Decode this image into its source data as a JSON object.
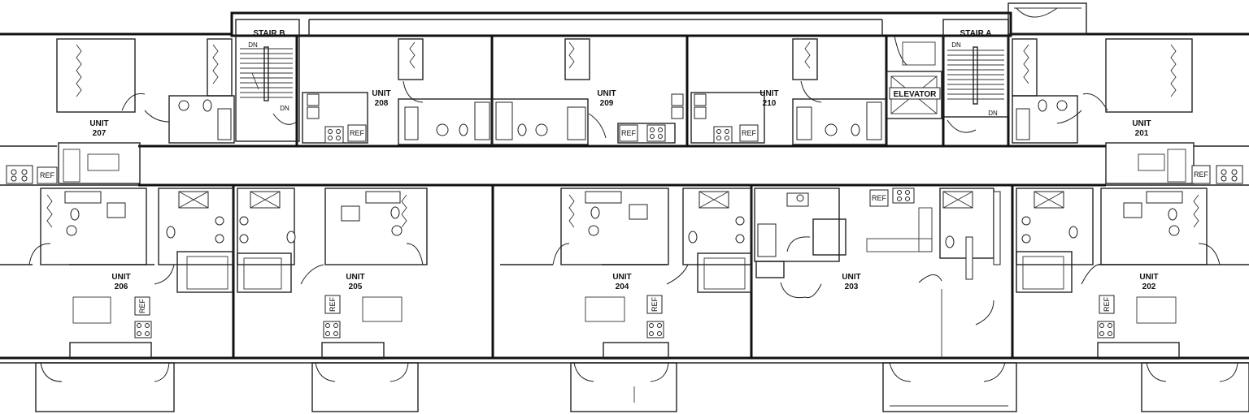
{
  "stairs": [
    {
      "id": "b",
      "name": "STAIR B",
      "dn": "DN",
      "dn2": "DN"
    },
    {
      "id": "a",
      "name": "STAIR A",
      "dn": "DN",
      "dn2": "DN"
    }
  ],
  "elevator": {
    "label": "ELEVATOR"
  },
  "units": [
    {
      "id": "207",
      "word": "UNIT",
      "num": "207"
    },
    {
      "id": "208",
      "word": "UNIT",
      "num": "208"
    },
    {
      "id": "209",
      "word": "UNIT",
      "num": "209"
    },
    {
      "id": "210",
      "word": "UNIT",
      "num": "210"
    },
    {
      "id": "201",
      "word": "UNIT",
      "num": "201"
    },
    {
      "id": "206",
      "word": "UNIT",
      "num": "206"
    },
    {
      "id": "205",
      "word": "UNIT",
      "num": "205"
    },
    {
      "id": "204",
      "word": "UNIT",
      "num": "204"
    },
    {
      "id": "203",
      "word": "UNIT",
      "num": "203"
    },
    {
      "id": "202",
      "word": "UNIT",
      "num": "202"
    }
  ],
  "ref_label": "REF"
}
